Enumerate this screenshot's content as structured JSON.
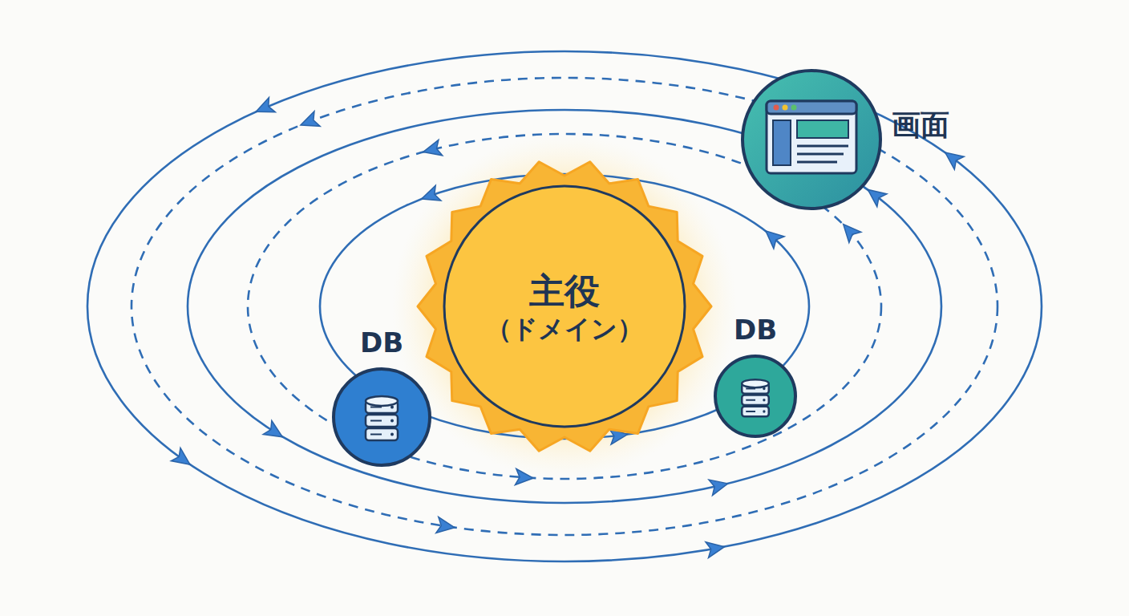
{
  "diagram": {
    "nodes": [
      {
        "text": [
          "画面"
        ]
      },
      {
        "text": [
          "主役",
          "（ドメイン）"
        ]
      },
      {
        "text": [
          "DB"
        ]
      },
      {
        "text": [
          "DB"
        ]
      }
    ]
  }
}
